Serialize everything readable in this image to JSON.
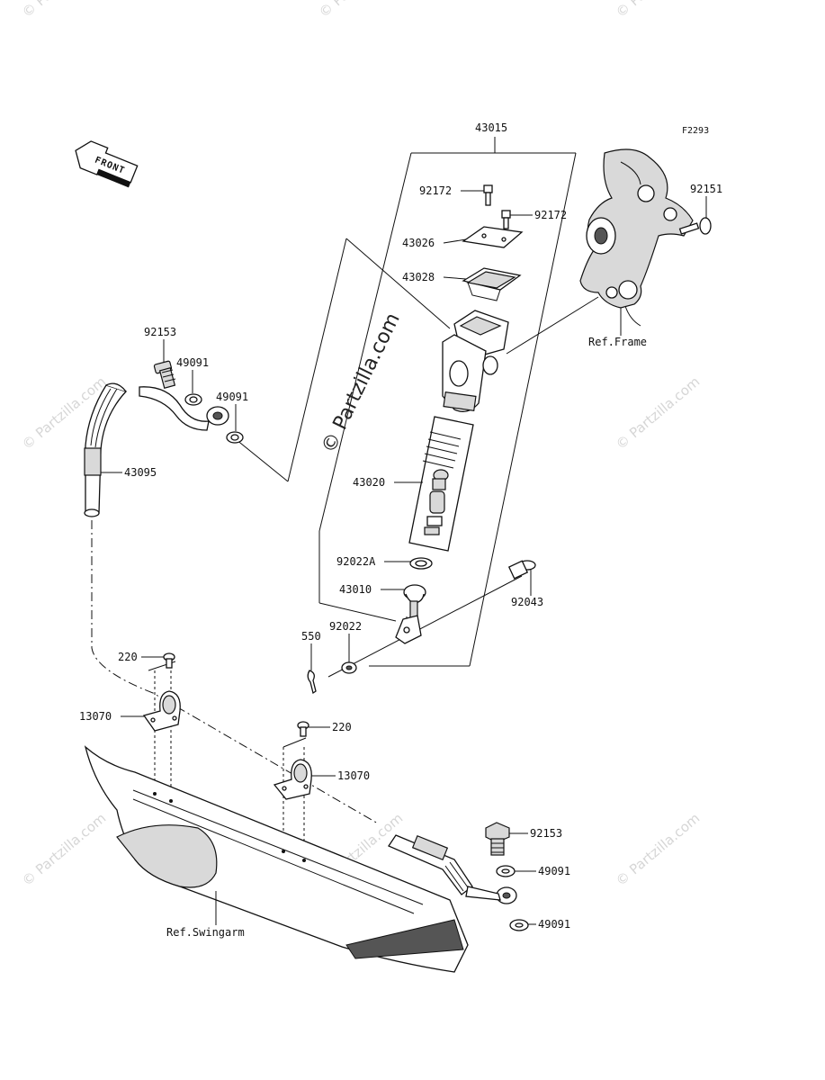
{
  "diagram": {
    "figure_code": "F2293",
    "front_arrow_label": "FRONT",
    "watermark_main": "© Partzilla.com",
    "watermark_tile": "© Partzilla.com",
    "ref_frame": "Ref.Frame",
    "ref_swingarm": "Ref.Swingarm",
    "parts": {
      "p43015": "43015",
      "p92172a": "92172",
      "p92172b": "92172",
      "p43026": "43026",
      "p43028": "43028",
      "p92151": "92151",
      "p92153a": "92153",
      "p49091a": "49091",
      "p49091b": "49091",
      "p43095": "43095",
      "p43020": "43020",
      "p92022a": "92022A",
      "p43010": "43010",
      "p92043": "92043",
      "p550": "550",
      "p92022": "92022",
      "p220a": "220",
      "p13070a": "13070",
      "p220b": "220",
      "p13070b": "13070",
      "p92153b": "92153",
      "p49091c": "49091",
      "p49091d": "49091"
    }
  }
}
